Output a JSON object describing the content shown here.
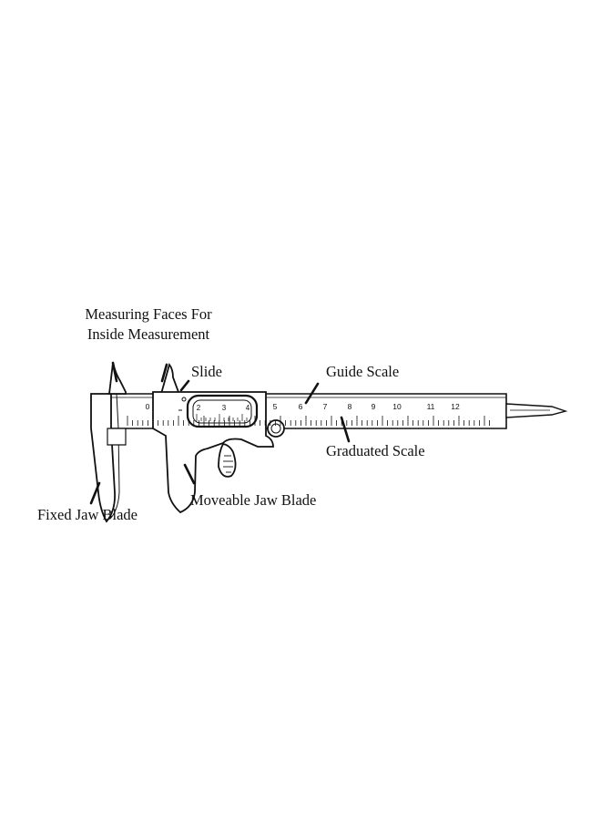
{
  "labels": {
    "measuring_faces_line1": "Measuring Faces For",
    "measuring_faces_line2": "Inside Measurement",
    "slide": "Slide",
    "guide_scale": "Guide Scale",
    "graduated_scale": "Graduated Scale",
    "moveable_jaw_blade": "Moveable Jaw Blade",
    "fixed_jaw_blade": "Fixed Jaw Blade"
  },
  "scale_numbers": [
    "0",
    "5",
    "6",
    "7",
    "8",
    "9",
    "10",
    "11",
    "12"
  ],
  "slide_window_numbers": [
    "2",
    "3",
    "4"
  ],
  "colors": {
    "ink": "#111111",
    "background": "#ffffff"
  }
}
